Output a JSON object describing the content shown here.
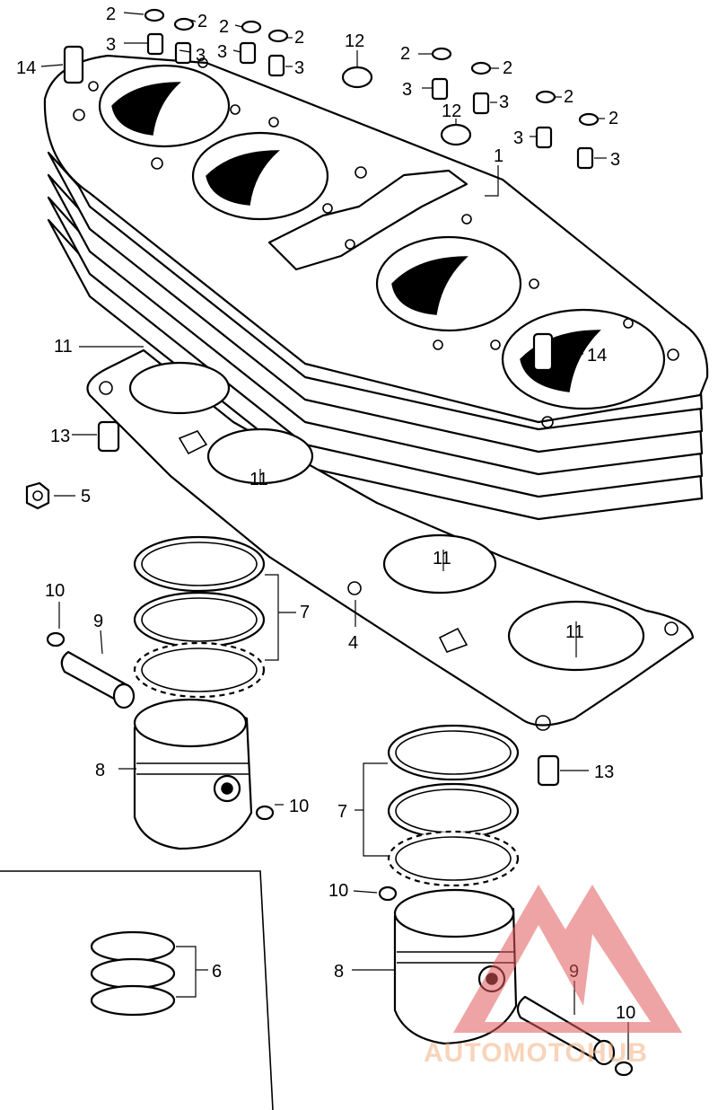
{
  "diagram": {
    "callouts": {
      "c_2a": "2",
      "c_2b": "2",
      "c_2c": "2",
      "c_2d": "2",
      "c_2e": "2",
      "c_2f": "2",
      "c_2g": "2",
      "c_2h": "2",
      "c_3a": "3",
      "c_3b": "3",
      "c_3c": "3",
      "c_3d": "3",
      "c_3e": "3",
      "c_3f": "3",
      "c_3g": "3",
      "c_3h": "3",
      "c_14a": "14",
      "c_14b": "14",
      "c_12a": "12",
      "c_12b": "12",
      "c_1": "1",
      "c_11a": "11",
      "c_11b": "11",
      "c_11c": "11",
      "c_11d": "11",
      "c_13a": "13",
      "c_13b": "13",
      "c_5": "5",
      "c_10a": "10",
      "c_10b": "10",
      "c_10c": "10",
      "c_10d": "10",
      "c_9a": "9",
      "c_9b": "9",
      "c_7a": "7",
      "c_7b": "7",
      "c_4": "4",
      "c_8a": "8",
      "c_8b": "8",
      "c_6": "6"
    },
    "watermark": {
      "text": "AUTOMOTOHUB",
      "color": "#e05a5a"
    }
  }
}
